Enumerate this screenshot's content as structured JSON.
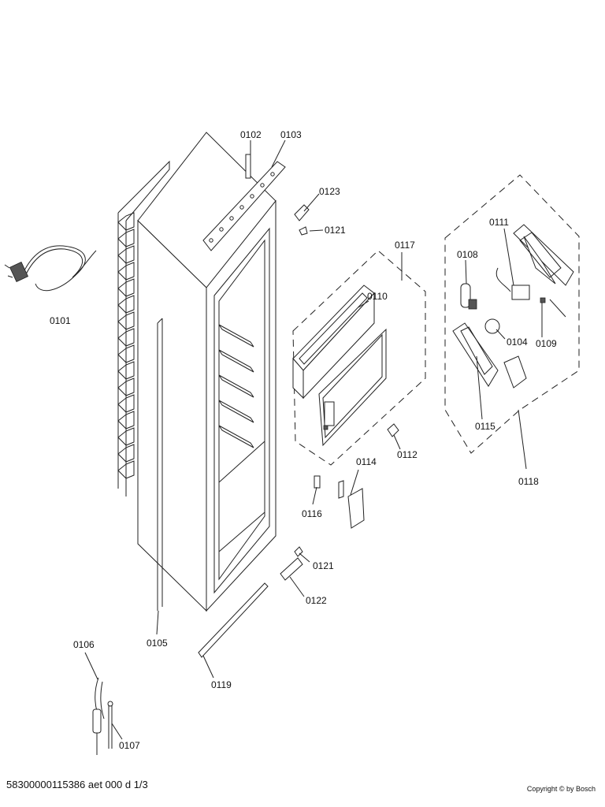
{
  "parts": {
    "p0101": "0101",
    "p0102": "0102",
    "p0103": "0103",
    "p0104": "0104",
    "p0105": "0105",
    "p0106": "0106",
    "p0107": "0107",
    "p0108": "0108",
    "p0109": "0109",
    "p0110": "0110",
    "p0111": "0111",
    "p0112": "0112",
    "p0114": "0114",
    "p0115": "0115",
    "p0116": "0116",
    "p0117": "0117",
    "p0118": "0118",
    "p0119": "0119",
    "p0121a": "0121",
    "p0121b": "0121",
    "p0122": "0122",
    "p0123": "0123"
  },
  "footer": {
    "code": "58300000115386 aet 000 d 1/3",
    "copyright": "Copyright © by Bosch"
  }
}
